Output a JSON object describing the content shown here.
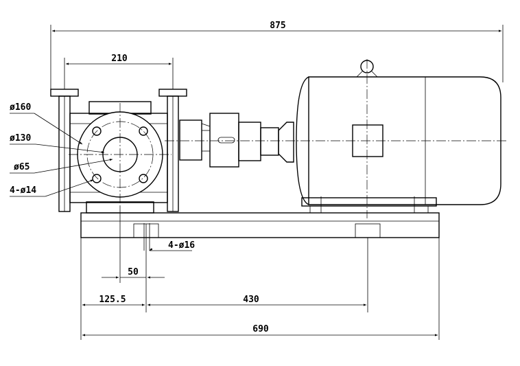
{
  "drawing": {
    "overall_length": "875",
    "flange_span": "210",
    "flange_od": "ø160",
    "bolt_circle": "ø130",
    "bore": "ø65",
    "flange_holes": "4-ø14",
    "base_holes": "4-ø16",
    "hole_spacing": "50",
    "base_offset": "125.5",
    "anchor_spacing": "430",
    "base_length": "690"
  }
}
